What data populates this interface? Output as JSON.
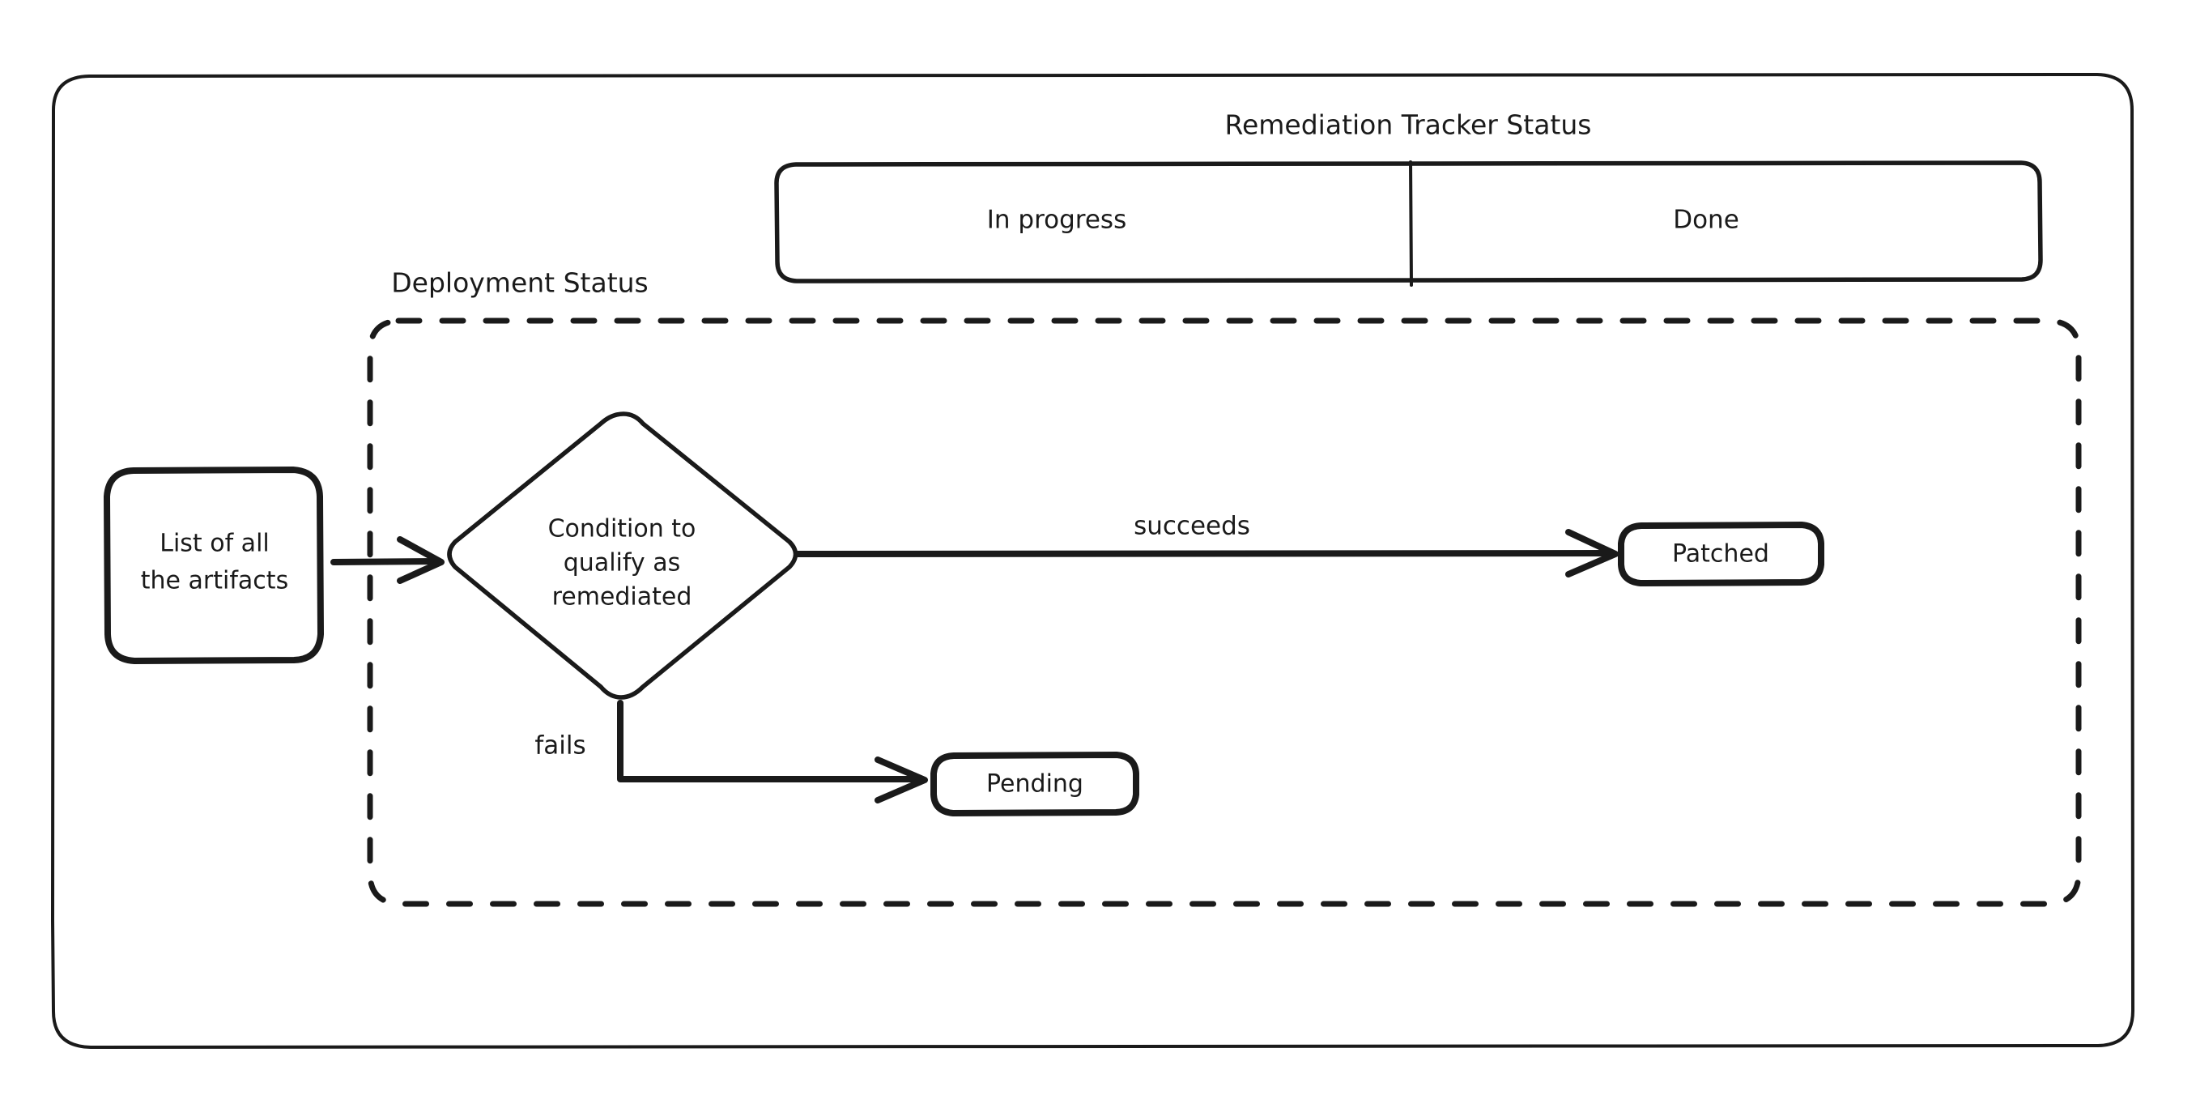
{
  "diagram": {
    "title_group": {
      "label": "Remediation Tracker Status"
    },
    "tracker_table": {
      "columns": [
        {
          "label": "In progress"
        },
        {
          "label": "Done"
        }
      ]
    },
    "deployment_group": {
      "label": "Deployment Status"
    },
    "nodes": [
      {
        "id": "artifacts",
        "shape": "rounded-rect",
        "lines": [
          "List of all",
          "the artifacts"
        ]
      },
      {
        "id": "condition",
        "shape": "diamond",
        "lines": [
          "Condition to",
          "qualify as",
          "remediated"
        ]
      },
      {
        "id": "patched",
        "shape": "rounded-rect",
        "lines": [
          "Patched"
        ]
      },
      {
        "id": "pending",
        "shape": "rounded-rect",
        "lines": [
          "Pending"
        ]
      }
    ],
    "edges": [
      {
        "id": "artifacts-to-condition",
        "label": ""
      },
      {
        "id": "condition-to-patched",
        "label": "succeeds"
      },
      {
        "id": "condition-to-pending",
        "label": "fails"
      }
    ],
    "colors": {
      "stroke": "#1a1a1a",
      "background": "#ffffff",
      "text": "#1a1a1a"
    }
  }
}
